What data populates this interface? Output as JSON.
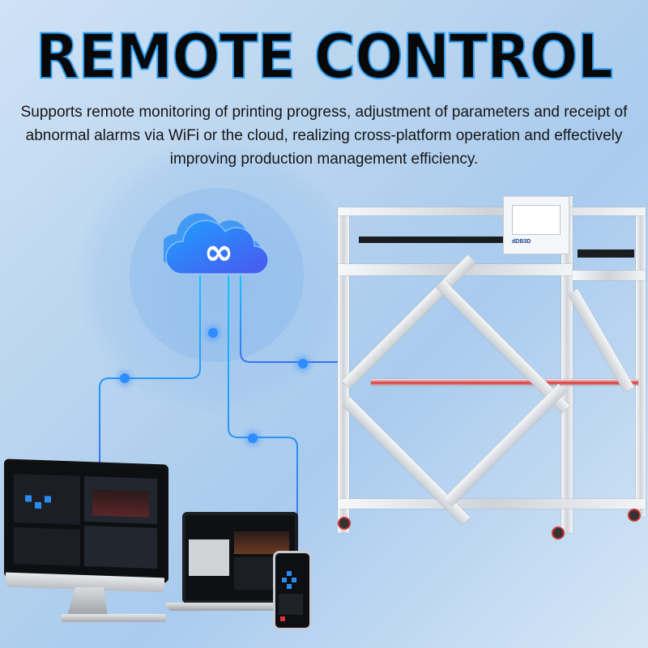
{
  "header": {
    "title": "REMOTE CONTROL",
    "description": "Supports remote monitoring of printing progress, adjustment of parameters and receipt of abnormal alarms via WiFi or the cloud, realizing cross-platform operation and effectively improving production management efficiency."
  },
  "cloud": {
    "icon": "cloud-infinity-icon",
    "glyph": "∞",
    "color": "#2f7cf0"
  },
  "devices": {
    "monitor": {
      "label": "desktop-monitor",
      "screen": "printer-control-dashboard"
    },
    "laptop": {
      "label": "laptop",
      "screen": "camera-view-dashboard"
    },
    "phone": {
      "label": "smartphone",
      "screen": "mobile-control-panel"
    }
  },
  "printer": {
    "brand_text": "dDB3D",
    "panel": "touchscreen-control-panel"
  },
  "colors": {
    "accent": "#2d9df0",
    "line": "#2f7cf0",
    "title_fill": "#080808"
  }
}
